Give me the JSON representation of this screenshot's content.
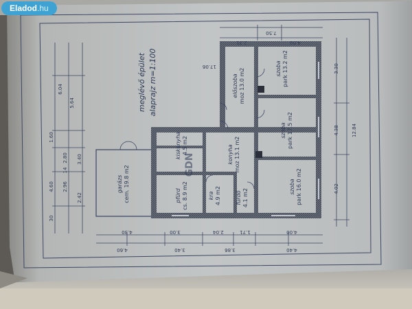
{
  "watermark": {
    "brand": "Eladod",
    "tld": ".hu"
  },
  "plan": {
    "title_line1": "meglévő épület",
    "title_line2": "alaprajz  m=1:100",
    "logo_text": "GDN",
    "rooms": [
      {
        "name": "garázs",
        "area": "cem.  19.8 m2"
      },
      {
        "name": "pfürd",
        "area": "cs.  8.9 m2"
      },
      {
        "name": "kra",
        "area": "4.9 m2"
      },
      {
        "name": "fürdő",
        "area": "4.1 m2"
      },
      {
        "name": "konyha",
        "area": "moz 13.1 m2"
      },
      {
        "name": "kiskonyha",
        "area": "4.5 m2"
      },
      {
        "name": "előszoba",
        "area": "moz  13.0 m2"
      },
      {
        "name": "szoba",
        "area": "park  13.2 m2"
      },
      {
        "name": "szoba",
        "area": "park  17.5 m2"
      },
      {
        "name": "szoba",
        "area": "park  16.0 m2"
      }
    ],
    "dims_left": [
      "4.60",
      "1.60",
      "6.04",
      "5.64",
      "2.96",
      "2.42",
      "2.80",
      "3.40",
      "30",
      "14"
    ],
    "dims_right": [
      "3.30",
      "4.38",
      "4.02",
      "12.84"
    ],
    "dims_top": [
      "7.50",
      "2.31",
      "4.00",
      "17.06"
    ],
    "dims_bottom": [
      "4.30",
      "3.00",
      "2.04",
      "1.71",
      "4.00",
      "4.60",
      "3.40",
      "3.86",
      "4.40"
    ]
  }
}
